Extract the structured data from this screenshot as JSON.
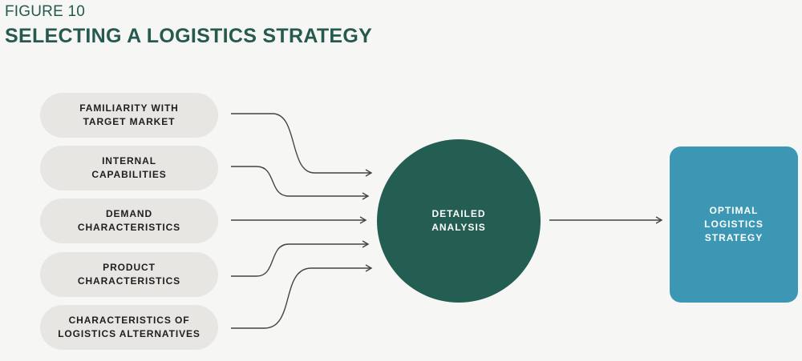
{
  "figure": {
    "label": "FIGURE 10",
    "title": "SELECTING A LOGISTICS STRATEGY"
  },
  "inputs": [
    {
      "label": "FAMILIARITY WITH\nTARGET MARKET"
    },
    {
      "label": "INTERNAL\nCAPABILITIES"
    },
    {
      "label": "DEMAND\nCHARACTERISTICS"
    },
    {
      "label": "PRODUCT\nCHARACTERISTICS"
    },
    {
      "label": "CHARACTERISTICS OF\nLOGISTICS ALTERNATIVES"
    }
  ],
  "process": {
    "label": "DETAILED\nANALYSIS"
  },
  "output": {
    "label": "OPTIMAL\nLOGISTICS\nSTRATEGY"
  },
  "colors": {
    "title": "#275a4f",
    "pill": "#e7e6e3",
    "process": "#245d51",
    "output": "#3b97b4",
    "arrow": "#444444"
  }
}
